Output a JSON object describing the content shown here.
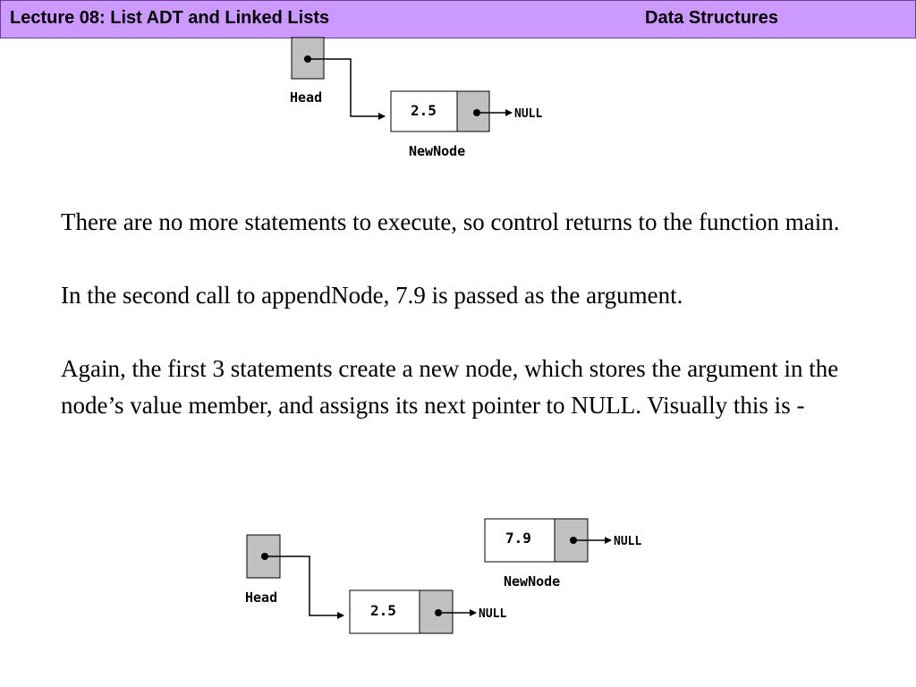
{
  "header": {
    "title": "Lecture 08: List ADT and Linked Lists",
    "course": "Data Structures",
    "background_color": "#cc99ff"
  },
  "diagram_top": {
    "head_label": "Head",
    "node_value": "2.5",
    "null_label": "NULL",
    "node_label": "NewNode"
  },
  "body": {
    "paragraphs": [
      "There are no more statements to execute, so control returns to the function main.",
      "In the second call to appendNode, 7.9 is passed as the argument.",
      "Again, the first 3 statements create a new node, which stores the argument in the node’s value member, and assigns its next pointer to NULL. Visually this is -"
    ]
  },
  "diagram_bottom": {
    "head_label": "Head",
    "existing_node_value": "2.5",
    "existing_null_label": "NULL",
    "new_node_value": "7.9",
    "new_null_label": "NULL",
    "new_node_label": "NewNode"
  },
  "colors": {
    "pointer_box": "#c0c0c0",
    "line": "#000000"
  }
}
